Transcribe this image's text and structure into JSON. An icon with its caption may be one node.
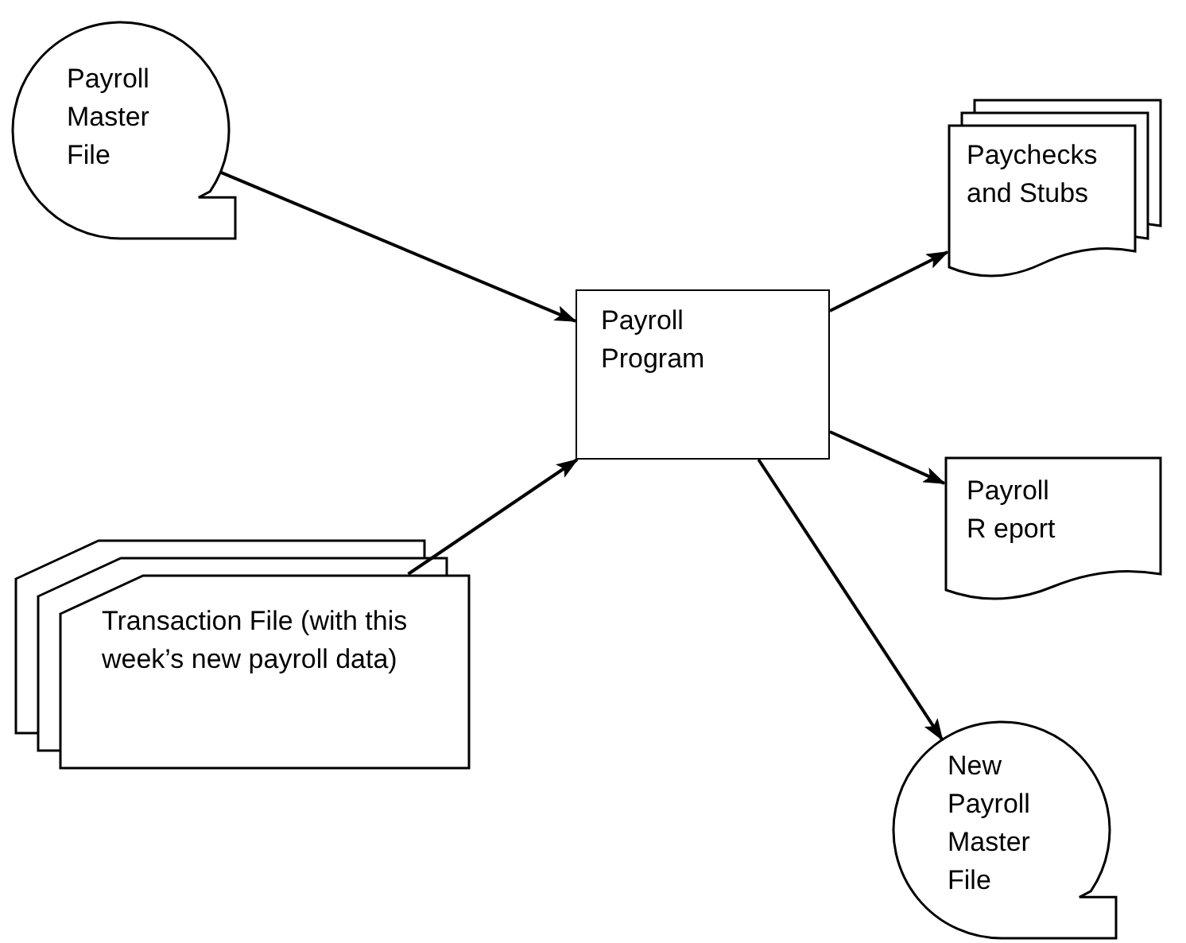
{
  "diagram": {
    "nodes": [
      {
        "text": [
          "Payroll Master File"
        ]
      },
      {
        "text": [
          "Payroll Program"
        ]
      },
      {
        "text": [
          "Transaction File (with this week’s new payroll data)"
        ]
      },
      {
        "text": [
          "Paychecks and Stubs"
        ]
      },
      {
        "text": [
          "Payroll R eport"
        ]
      },
      {
        "text": [
          "New Payroll Master File"
        ]
      }
    ],
    "edges": [
      {
        "from": 0,
        "to": 1,
        "arrow": "to"
      },
      {
        "from": 2,
        "to": 1,
        "arrow": "to"
      },
      {
        "from": 1,
        "to": 3,
        "arrow": "to"
      },
      {
        "from": 1,
        "to": 4,
        "arrow": "to"
      },
      {
        "from": 1,
        "to": 5,
        "arrow": "to"
      }
    ]
  }
}
